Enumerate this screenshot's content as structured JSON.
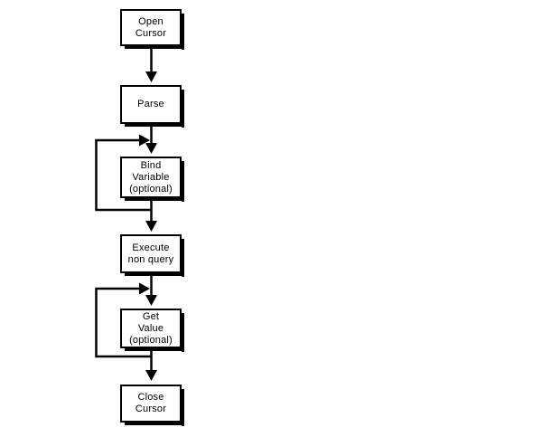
{
  "diagram": {
    "type": "flowchart",
    "colors": {
      "line": "#000000",
      "background": "#ffffff",
      "box_fill": "#ffffff",
      "box_border": "#000000",
      "shadow": "#000000"
    },
    "nodes": [
      {
        "id": "open-cursor",
        "label": "Open\nCursor"
      },
      {
        "id": "parse",
        "label": "Parse"
      },
      {
        "id": "bind-variable",
        "label": "Bind\nVariable\n(optional)"
      },
      {
        "id": "execute-non-query",
        "label": "Execute\nnon query"
      },
      {
        "id": "get-value",
        "label": "Get\nValue\n(optional)"
      },
      {
        "id": "close-cursor",
        "label": "Close\nCursor"
      }
    ],
    "edges": [
      {
        "from": "open-cursor",
        "to": "parse",
        "type": "arrow"
      },
      {
        "from": "parse",
        "to": "bind-variable",
        "type": "arrow"
      },
      {
        "from": "bind-variable",
        "to": "bind-variable",
        "type": "loop-back"
      },
      {
        "from": "bind-variable",
        "to": "execute-non-query",
        "type": "arrow"
      },
      {
        "from": "execute-non-query",
        "to": "get-value",
        "type": "arrow"
      },
      {
        "from": "get-value",
        "to": "get-value",
        "type": "loop-back"
      },
      {
        "from": "get-value",
        "to": "close-cursor",
        "type": "arrow"
      }
    ]
  }
}
